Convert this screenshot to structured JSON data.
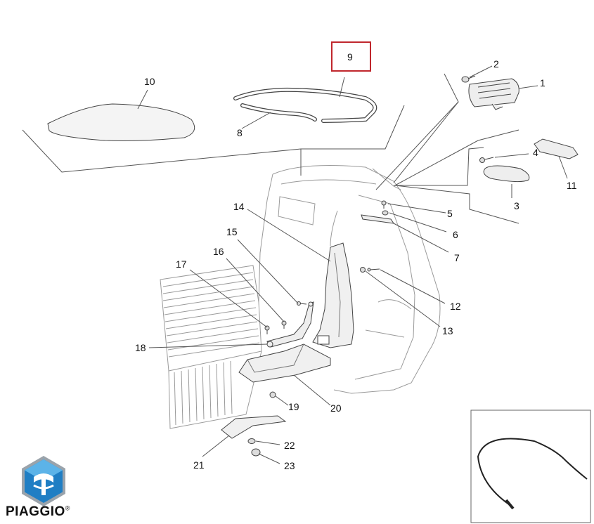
{
  "diagram": {
    "callouts": [
      "1",
      "2",
      "3",
      "4",
      "5",
      "6",
      "7",
      "8",
      "9",
      "10",
      "11",
      "12",
      "13",
      "14",
      "15",
      "16",
      "17",
      "18",
      "19",
      "20",
      "21",
      "22",
      "23"
    ],
    "highlighted_callout": "9",
    "highlight_color": "#c0272d"
  },
  "brand": {
    "name": "PIAGGIO",
    "mark": "®",
    "logo_colors": {
      "blue": "#1f7ec4",
      "light_blue": "#5cb3e8",
      "silver": "#9aa3ab"
    }
  }
}
